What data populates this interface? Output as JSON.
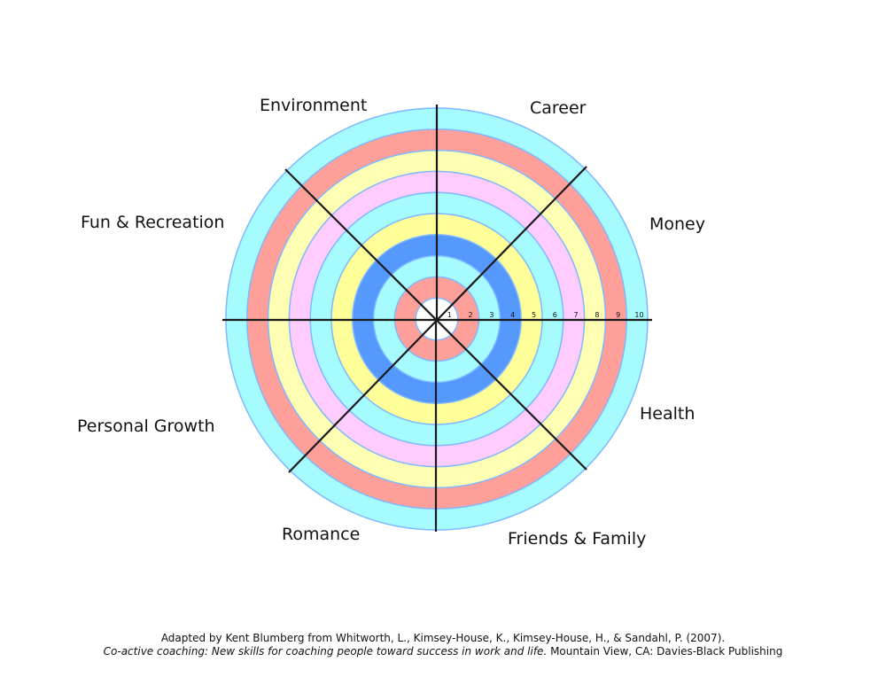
{
  "wheel": {
    "categories": [
      "Environment",
      "Career",
      "Money",
      "Fun & Recreation",
      "Health",
      "Personal Growth",
      "Romance",
      "Friends & Family"
    ],
    "scale_labels": [
      "1",
      "2",
      "3",
      "4",
      "5",
      "6",
      "7",
      "8",
      "9",
      "10"
    ],
    "ring_colors": [
      "#ffffff",
      "#ff9f9a",
      "#a6fbff",
      "#5599ff",
      "#ffff99",
      "#a6fbff",
      "#ffccff",
      "#ffffb3",
      "#ff9f9a",
      "#a6fbff"
    ],
    "ring_border_color": "#7fb8ff",
    "spoke_color": "#1a1a1a"
  },
  "citation": {
    "line1": "Adapted by Kent Blumberg from Whitworth, L., Kimsey-House, K., Kimsey-House, H., & Sandahl, P. (2007).",
    "line2_italic": "Co-active coaching: New skills for coaching people toward success in work and life.",
    "line2_rest": " Mountain View, CA: Davies-Black Publishing"
  }
}
